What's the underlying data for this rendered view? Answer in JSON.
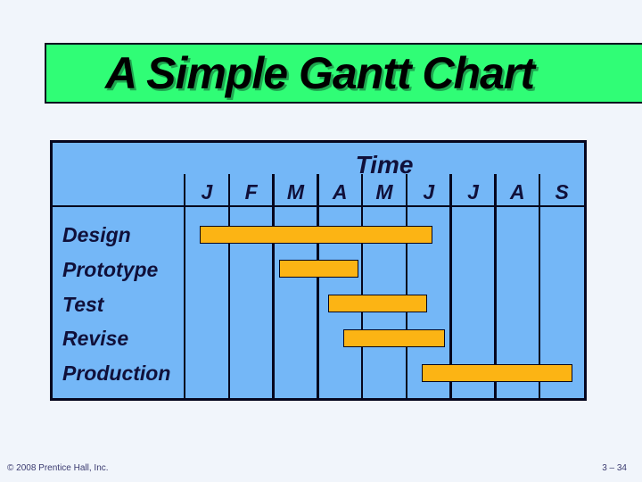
{
  "slide": {
    "title": "A Simple Gantt Chart",
    "footer_left": "© 2008 Prentice Hall, Inc.",
    "footer_right": "3 – 34"
  },
  "chart_data": {
    "type": "bar",
    "subtype": "gantt",
    "title": "A Simple Gantt Chart",
    "time_axis_label": "Time",
    "months": [
      "J",
      "F",
      "M",
      "A",
      "M",
      "J",
      "J",
      "A",
      "S"
    ],
    "tasks": [
      {
        "name": "Design",
        "start": 0.34,
        "end": 5.54
      },
      {
        "name": "Prototype",
        "start": 2.13,
        "end": 3.88
      },
      {
        "name": "Test",
        "start": 3.23,
        "end": 5.42
      },
      {
        "name": "Revise",
        "start": 3.57,
        "end": 5.82
      },
      {
        "name": "Production",
        "start": 5.34,
        "end": 8.7
      }
    ],
    "x_axis": {
      "unit": "month",
      "range_labels": "January through September"
    },
    "layout": {
      "legend": false,
      "grid": "vertical-month-lines",
      "bar_orientation": "horizontal"
    },
    "colors": {
      "bar": "#fcb414",
      "chart_background": "#74b7f7",
      "title_background": "#30fd76",
      "line": "#06061e",
      "label_text": "#10103a"
    }
  }
}
